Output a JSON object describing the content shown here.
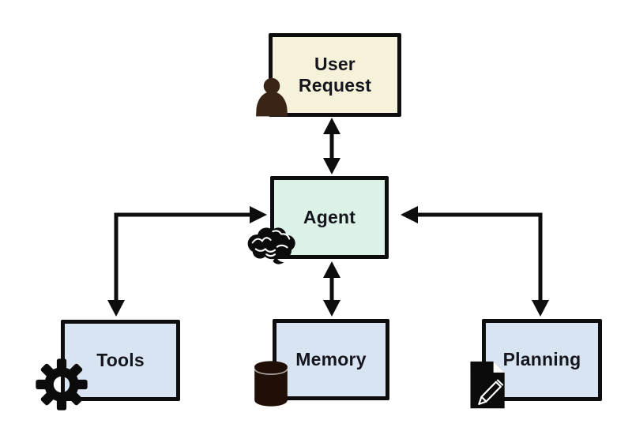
{
  "diagram": {
    "background": "#ffffff",
    "edge_color": "#0d0d0d",
    "text_color": "#15151d",
    "nodes": [
      {
        "id": "user_request",
        "label": "User Request",
        "fill": "#f6f2da",
        "icon": "person-icon",
        "icon_color": "#3a2415"
      },
      {
        "id": "agent",
        "label": "Agent",
        "fill": "#dcf2e7",
        "icon": "brain-icon",
        "icon_color": "#0b0b0b"
      },
      {
        "id": "tools",
        "label": "Tools",
        "fill": "#d9e4f3",
        "icon": "gear-icon",
        "icon_color": "#0b0b0b"
      },
      {
        "id": "memory",
        "label": "Memory",
        "fill": "#d9e4f3",
        "icon": "database-icon",
        "icon_color": "#200f06"
      },
      {
        "id": "planning",
        "label": "Planning",
        "fill": "#d9e4f3",
        "icon": "document-pencil-icon",
        "icon_color": "#0b0b0b"
      }
    ],
    "edges": [
      {
        "from": "user_request",
        "to": "agent",
        "direction": "bidirectional",
        "shape": "straight-vertical"
      },
      {
        "from": "agent",
        "to": "memory",
        "direction": "bidirectional",
        "shape": "straight-vertical"
      },
      {
        "from": "agent",
        "to": "tools",
        "direction": "bidirectional",
        "shape": "elbow-left"
      },
      {
        "from": "agent",
        "to": "planning",
        "direction": "bidirectional",
        "shape": "elbow-right"
      }
    ]
  }
}
